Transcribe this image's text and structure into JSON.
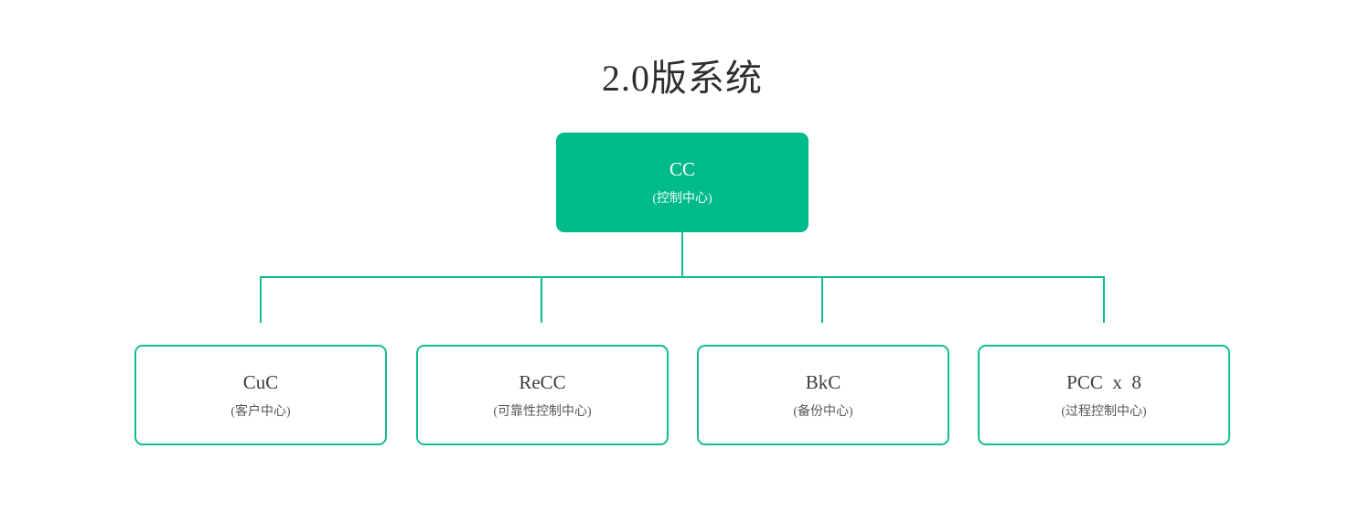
{
  "title": "2.0版系统",
  "colors": {
    "node_fill_green": "#00ba8c",
    "line_green": "#14bc90",
    "title_text": "#2e2e2e",
    "child_text": "#3d3d3d",
    "child_subtext": "#585858",
    "root_text": "#ffffff",
    "background": "#ffffff"
  },
  "tree": {
    "root": {
      "label": "CC",
      "sublabel": "(控制中心)"
    },
    "children": [
      {
        "label": "CuC",
        "sublabel": "(客户中心)"
      },
      {
        "label": "ReCC",
        "sublabel": "(可靠性控制中心)"
      },
      {
        "label": "BkC",
        "sublabel": "(备份中心)"
      },
      {
        "label": "PCC  x  8",
        "sublabel": "(过程控制中心)"
      }
    ]
  }
}
